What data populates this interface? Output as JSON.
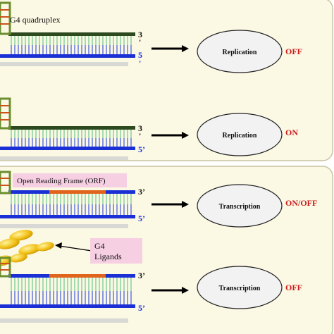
{
  "panel_top": {
    "label": "G4 quadruplex",
    "rows": [
      {
        "end3": "3",
        "end3_mark": "'",
        "end5": "5",
        "end5_mark": "'",
        "process": "Replication",
        "state": "OFF"
      },
      {
        "end3": "3",
        "end3_mark": "'",
        "end5": "5’",
        "end5_mark": "",
        "process": "Replication",
        "state": "ON"
      }
    ]
  },
  "panel_bottom": {
    "orf_label": "Open Reading Frame (ORF)",
    "ligand_label_line1": "G4",
    "ligand_label_line2": "Ligands",
    "rows": [
      {
        "end3": "3’",
        "end5": "5’",
        "process": "Transcription",
        "state": "ON/OFF"
      },
      {
        "end3": "3’",
        "end5": "5’",
        "process": "Transcription",
        "state": "OFF"
      }
    ]
  },
  "colors": {
    "panel_fill": "#fbf8e4",
    "panel_border": "#c8c3a3",
    "strand_dark": "#2c4a1e",
    "strand_blue": "#1a2fd6",
    "strand_orange": "#e0641b",
    "rungs_green": "#8fd6a2",
    "rungs_blue": "#6e7fe0",
    "quadruplex": "#6b8f2f",
    "state_red": "#cc1a1a",
    "ellipse_fill": "#f2f2f2",
    "ligand": "#f2c21a",
    "callout_fill": "#f7cfe3"
  }
}
